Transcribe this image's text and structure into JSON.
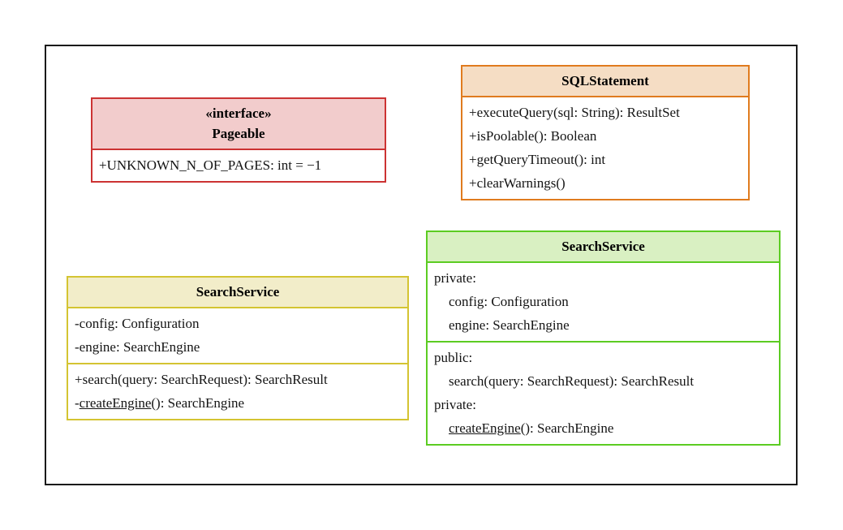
{
  "diagram": {
    "title": "UML class diagram",
    "frame_color": "#1a1a1a",
    "background": "#ffffff"
  },
  "classes": {
    "pageable": {
      "stereotype": "«interface»",
      "name": "Pageable",
      "accent": "#cc3333",
      "header_fill": "#f2cccc",
      "attributes": [
        {
          "text": "+UNKNOWN_N_OF_PAGES: int = −1"
        }
      ],
      "operations": []
    },
    "sqlstatement": {
      "stereotype": "",
      "name": "SQLStatement",
      "accent": "#e07b1e",
      "header_fill": "#f5ddc4",
      "attributes": [],
      "operations": [
        {
          "text": "+executeQuery(sql: String): ResultSet"
        },
        {
          "text": "+isPoolable(): Boolean"
        },
        {
          "text": "+getQueryTimeout(): int"
        },
        {
          "text": "+clearWarnings()"
        }
      ]
    },
    "searchservice_uml": {
      "stereotype": "",
      "name": "SearchService",
      "accent": "#d4c432",
      "header_fill": "#f2edc9",
      "attributes": [
        {
          "text": "-config: Configuration"
        },
        {
          "text": "-engine: SearchEngine"
        }
      ],
      "operations": [
        {
          "prefix": "+search(query: SearchRequest): SearchResult",
          "static_part": "",
          "suffix": ""
        },
        {
          "prefix": "-",
          "static_part": "createEngine",
          "suffix": "(): SearchEngine"
        }
      ]
    },
    "searchservice_cpp": {
      "stereotype": "",
      "name": "SearchService",
      "accent": "#5ccc22",
      "header_fill": "#d9f0c2",
      "attribute_group": {
        "visibility_label": "private:",
        "members": [
          {
            "text": "config: Configuration"
          },
          {
            "text": "engine: SearchEngine"
          }
        ]
      },
      "operation_groups": [
        {
          "visibility_label": "public:",
          "members": [
            {
              "prefix": "search(query: SearchRequest): SearchResult",
              "static_part": "",
              "suffix": ""
            }
          ]
        },
        {
          "visibility_label": "private:",
          "members": [
            {
              "prefix": "",
              "static_part": "createEngine",
              "suffix": "(): SearchEngine"
            }
          ]
        }
      ]
    }
  }
}
